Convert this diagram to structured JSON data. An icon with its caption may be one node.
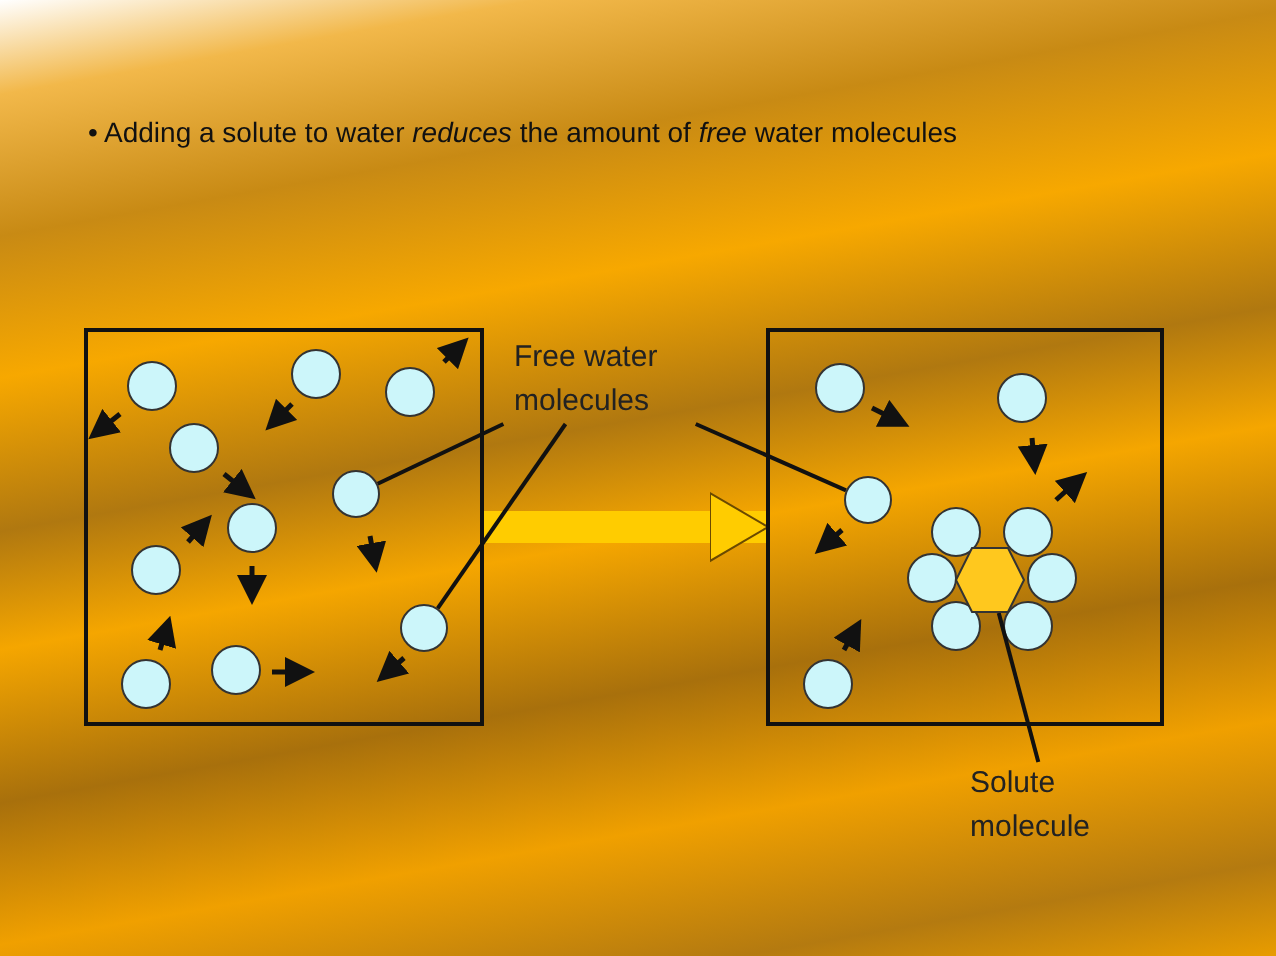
{
  "diagram": {
    "title": "• Adding a solute to water *reduces* the amount of *free* water molecules",
    "nodes": [
      {
        "text": [],
        "shape": "box"
      },
      {
        "text": [],
        "shape": "box"
      },
      {
        "text": [
          "Free water molecules"
        ]
      },
      {
        "text": [],
        "shape": "circle",
        "in": 0
      },
      {
        "text": [],
        "shape": "circle",
        "in": 0
      },
      {
        "text": [],
        "shape": "circle",
        "in": 1
      },
      {
        "text": [
          "Solute molecule"
        ]
      },
      {
        "text": [],
        "shape": "hexagon",
        "in": 1
      }
    ],
    "edges": [
      {
        "from": 0,
        "to": 1,
        "arrow": "to",
        "style": "thick",
        "color": "#ffcc00"
      },
      {
        "from": 2,
        "to": 3,
        "arrow": "none"
      },
      {
        "from": 2,
        "to": 4,
        "arrow": "none"
      },
      {
        "from": 2,
        "to": 5,
        "arrow": "none"
      },
      {
        "from": 6,
        "to": 7,
        "arrow": "none"
      }
    ]
  }
}
